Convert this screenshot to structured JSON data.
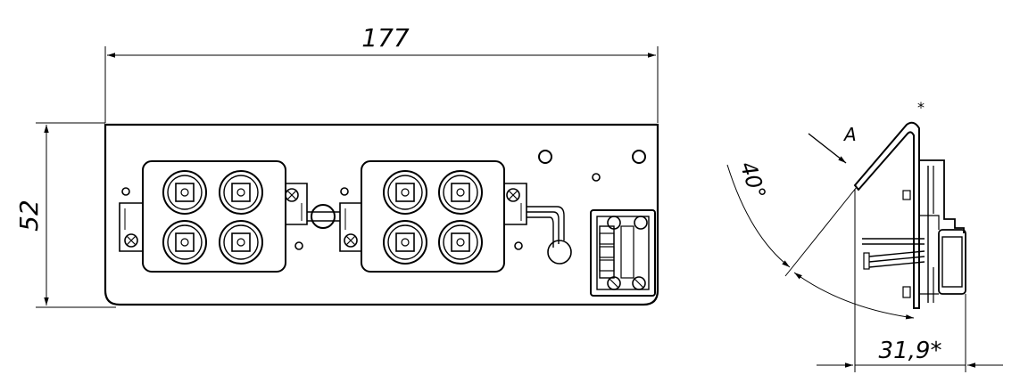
{
  "front_view": {
    "width_dimension": "177",
    "height_dimension": "52"
  },
  "side_view": {
    "view_label": "A",
    "angle_dimension": "40°",
    "depth_dimension": "31,9*",
    "note_marker": "*"
  }
}
